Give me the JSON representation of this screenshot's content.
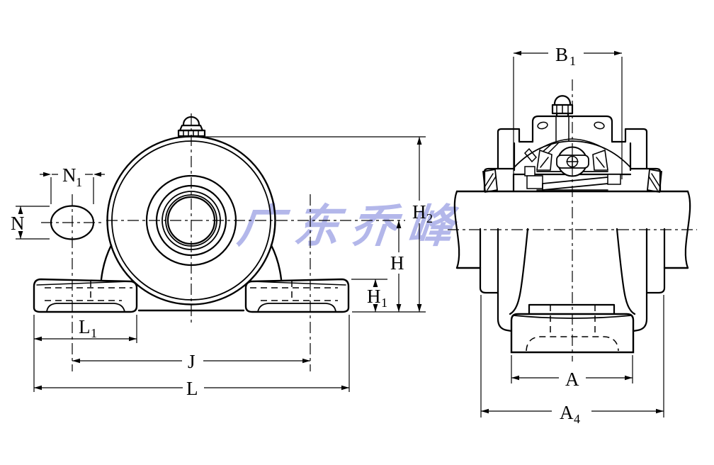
{
  "page": {
    "background": "#ffffff",
    "line_color": "#000000"
  },
  "watermark": {
    "text": "广东乔峰",
    "color": "#b3b7ea"
  },
  "dimensions": {
    "n": {
      "base": "N",
      "sub": ""
    },
    "n1": {
      "base": "N",
      "sub": "1"
    },
    "l1": {
      "base": "L",
      "sub": "1"
    },
    "j": {
      "base": "J",
      "sub": ""
    },
    "l": {
      "base": "L",
      "sub": ""
    },
    "h": {
      "base": "H",
      "sub": ""
    },
    "h1": {
      "base": "H",
      "sub": "1"
    },
    "h2": {
      "base": "H",
      "sub": "2"
    },
    "b1": {
      "base": "B",
      "sub": "1"
    },
    "a": {
      "base": "A",
      "sub": ""
    },
    "a4": {
      "base": "A",
      "sub": "4"
    }
  }
}
